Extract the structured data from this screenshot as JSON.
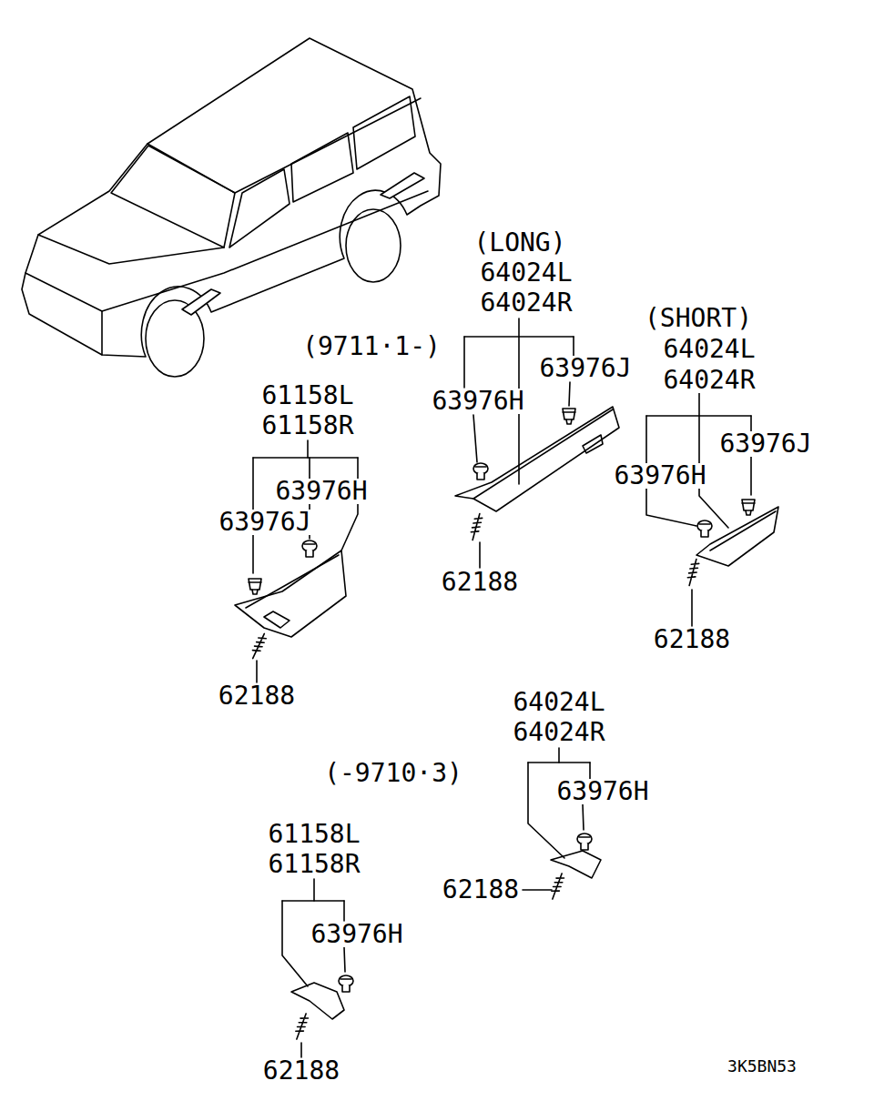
{
  "diagram": {
    "labels": [
      "(LONG)",
      "64024L",
      "64024R",
      "(SHORT)",
      "(9711·1-)",
      "64024L",
      "63976J",
      "64024R",
      "61158L",
      "63976H",
      "61158R",
      "63976J",
      "63976H",
      "63976H",
      "63976J",
      "62188",
      "62188",
      "62188",
      "64024L",
      "64024R",
      "(-9710·3)",
      "63976H",
      "61158L",
      "61158R",
      "62188",
      "63976H",
      "62188",
      "3K5BN53"
    ]
  }
}
